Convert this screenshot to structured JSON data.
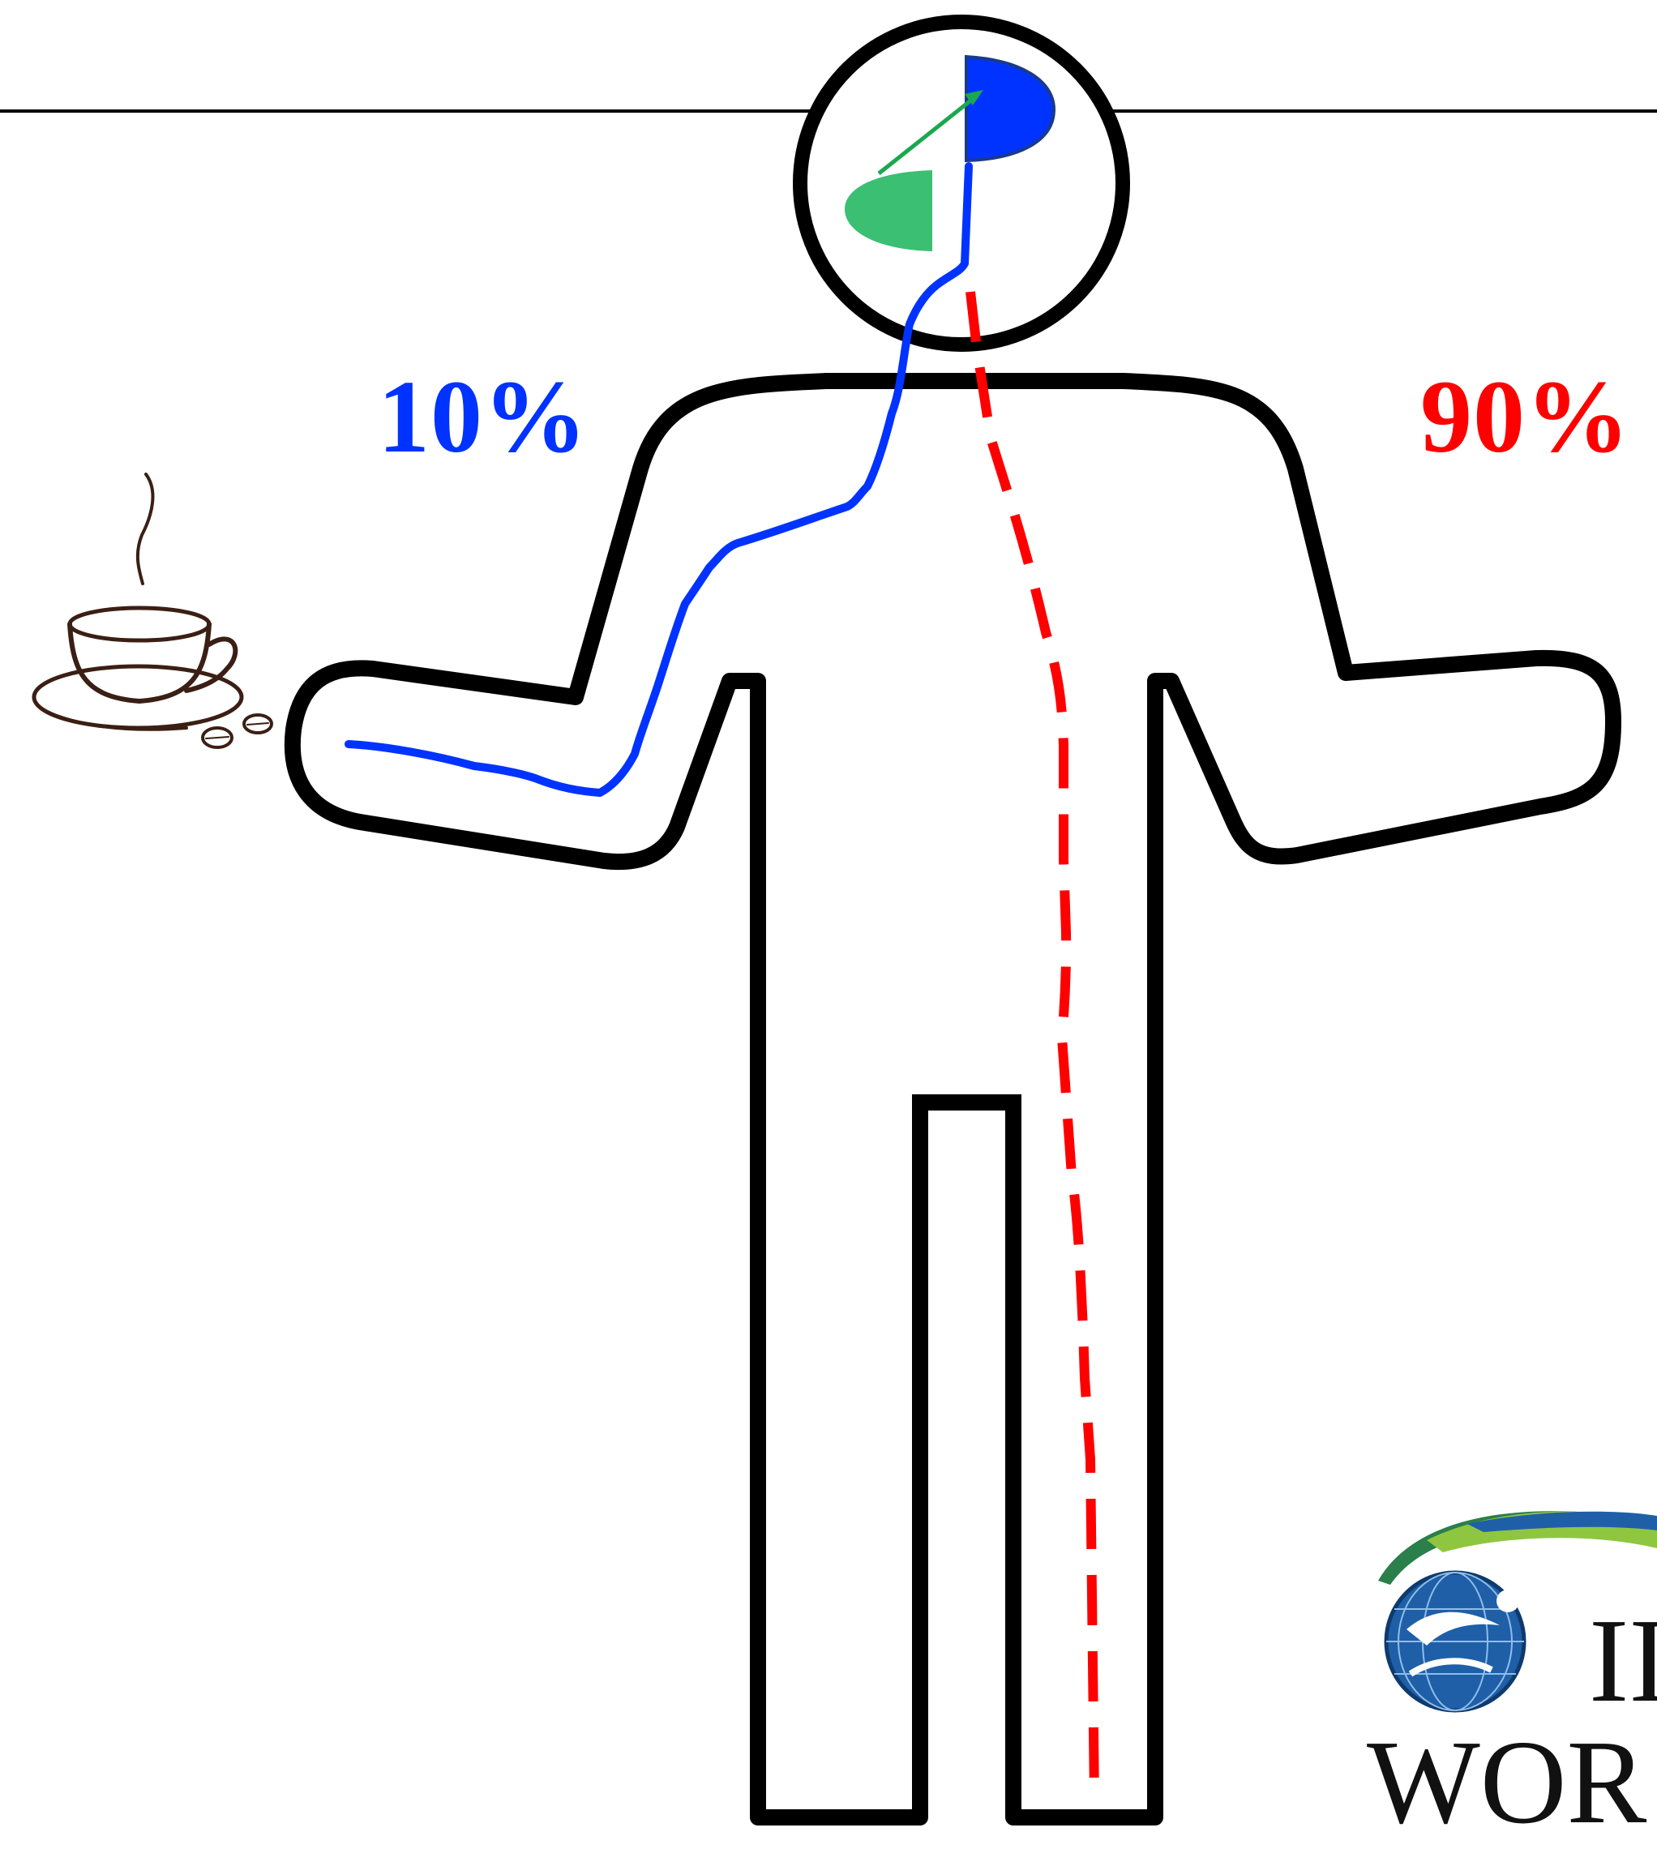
{
  "labels": {
    "left_percent": "10%",
    "right_percent": "90%"
  },
  "logo": {
    "line1": "II",
    "line2": "WOR"
  },
  "icons": {
    "cup": "coffee-cup-icon",
    "logo": "globe-logo"
  },
  "colors": {
    "conscious_path": "#0033ff",
    "unconscious_path": "#ff0000",
    "outline": "#000000",
    "conscious_region": "#0033ff",
    "unconscious_region": "#3bbf73",
    "arrow": "#1aa84e",
    "cup": "#3b1f14"
  }
}
